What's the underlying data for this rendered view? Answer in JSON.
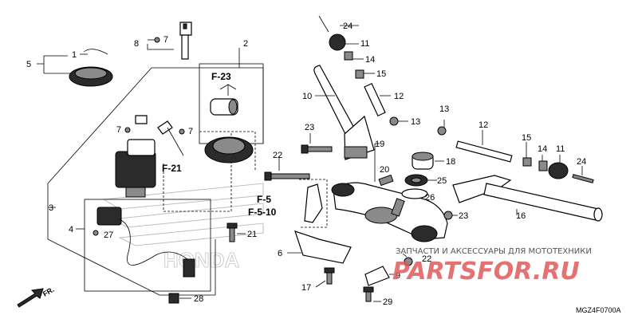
{
  "diagram": {
    "code": "MGZ4F0700A",
    "watermark_line": "ЗАПЧАСТИ И АКСЕССУАРЫ ДЛЯ МОТОТЕХНИКИ",
    "watermark_brand": "PARTSFOR.RU",
    "background_logo": "HONDA",
    "front_arrow": "FR.",
    "refs": {
      "f23": "F-23",
      "f21": "F-21",
      "f5": "F-5",
      "f510": "F-5-10"
    },
    "callouts": {
      "c1": "1",
      "c2": "2",
      "c3": "3",
      "c4": "4",
      "c5": "5",
      "c6": "6",
      "c7a": "7",
      "c7b": "7",
      "c7c": "7",
      "c8": "8",
      "c9": "9",
      "c10": "10",
      "c11a": "11",
      "c11b": "11",
      "c12a": "12",
      "c12b": "12",
      "c13a": "13",
      "c13b": "13",
      "c14a": "14",
      "c14b": "14",
      "c15a": "15",
      "c15b": "15",
      "c16": "16",
      "c17": "17",
      "c18": "18",
      "c19": "19",
      "c20": "20",
      "c21": "21",
      "c22a": "22",
      "c22b": "22",
      "c23a": "23",
      "c23b": "23",
      "c24a": "24",
      "c24b": "24",
      "c25": "25",
      "c26": "26",
      "c27": "27",
      "c28": "28",
      "c29": "29"
    }
  }
}
